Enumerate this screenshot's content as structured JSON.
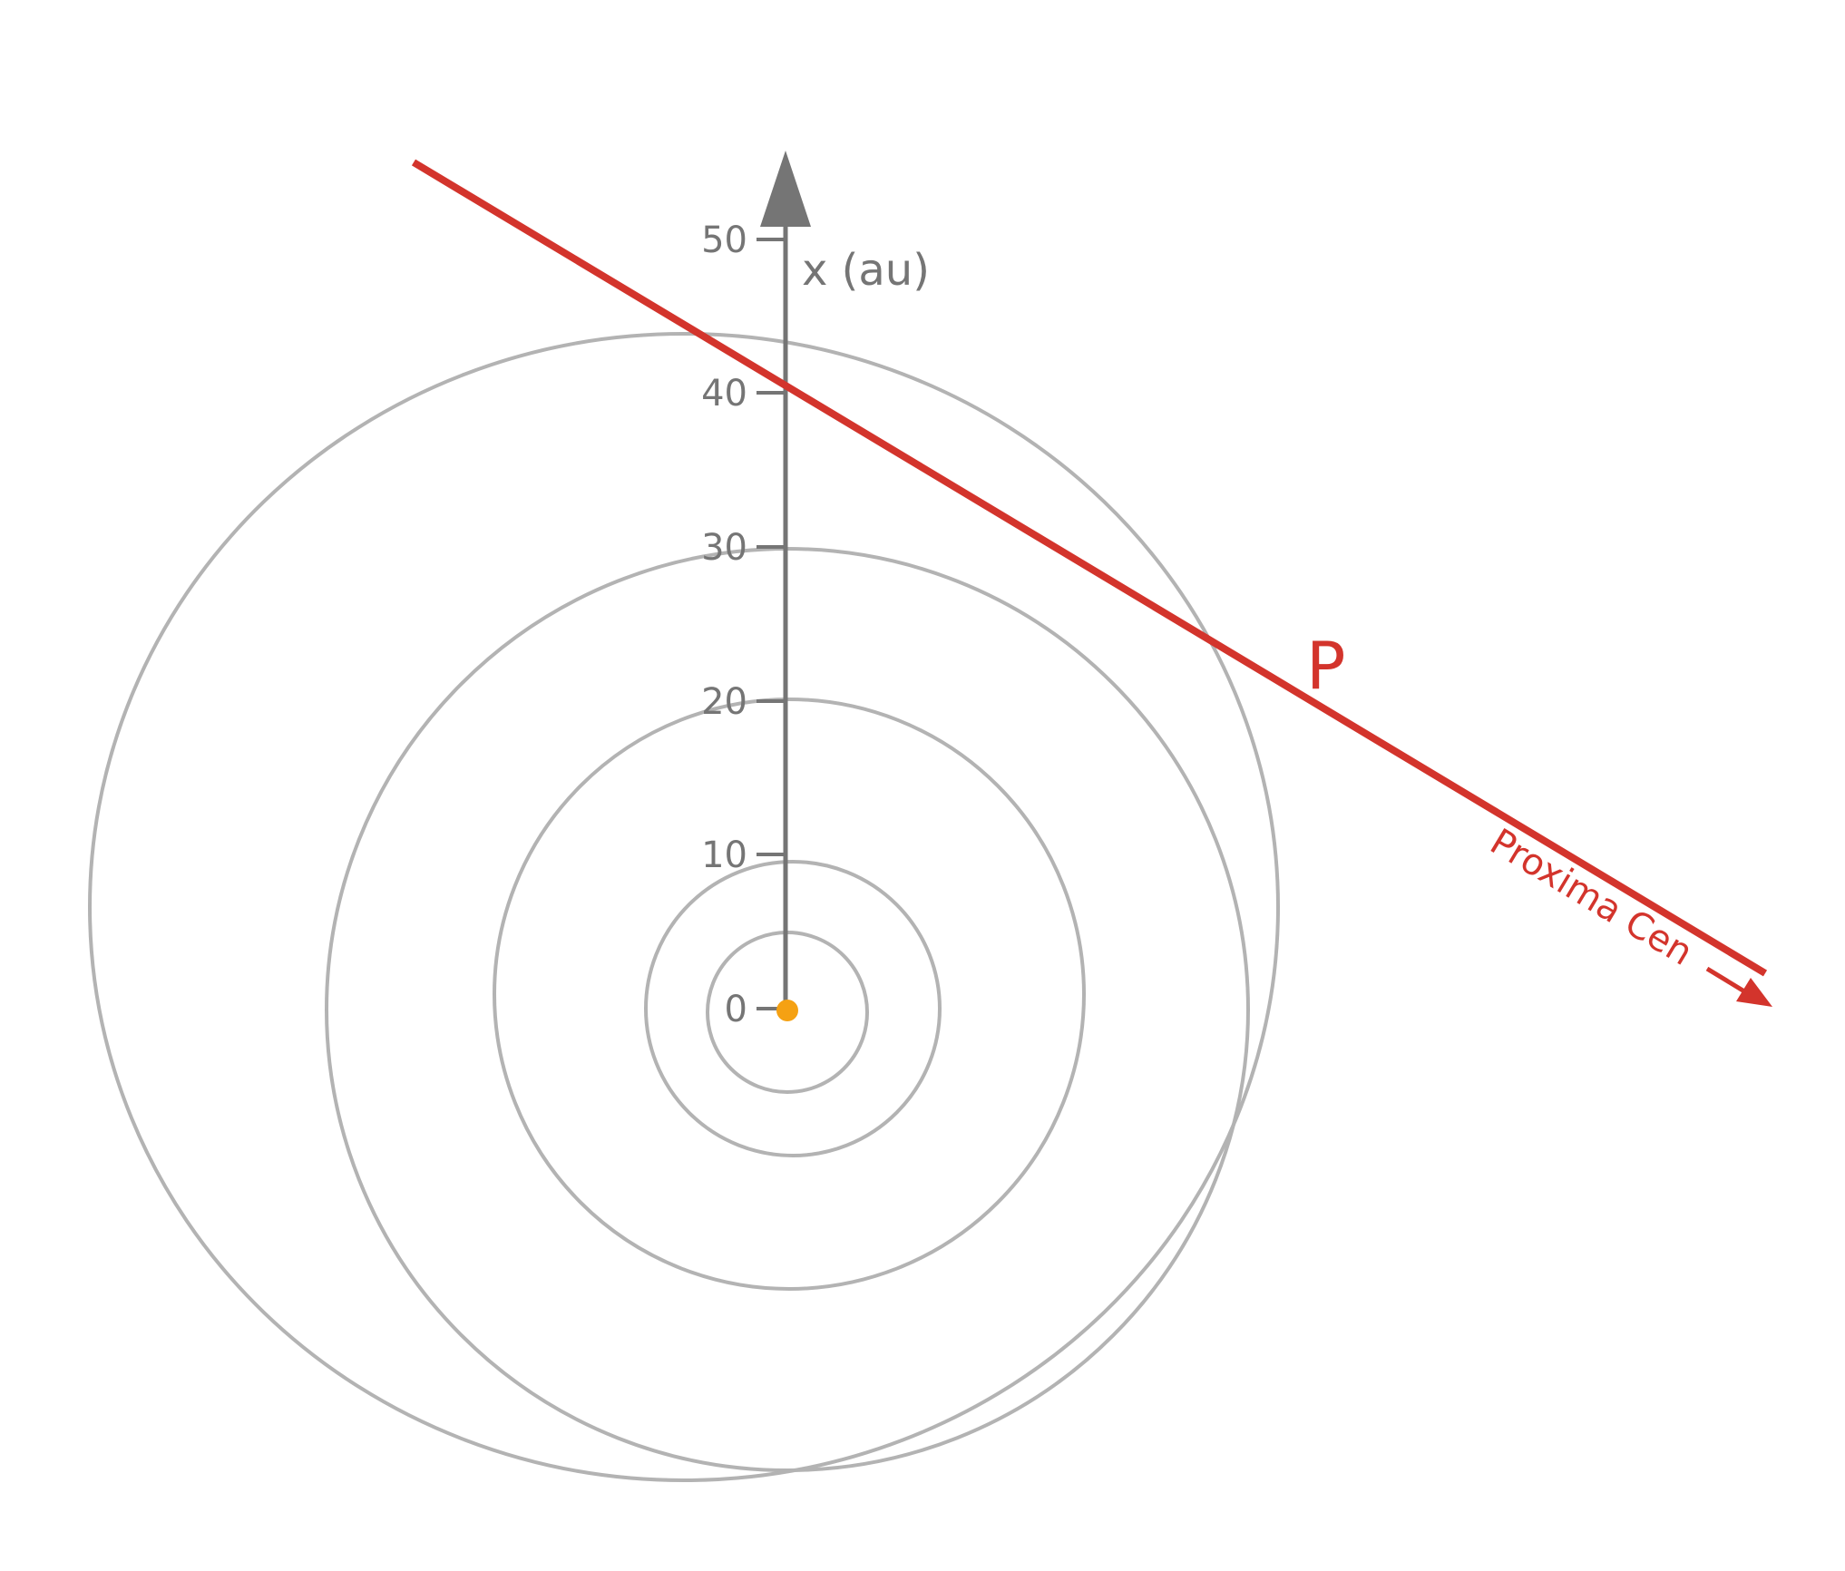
{
  "axis": {
    "label": "x (au)",
    "ticks": [
      "0",
      "10",
      "20",
      "30",
      "40",
      "50"
    ]
  },
  "annotations": {
    "point": "P",
    "direction": "Proxima Cen"
  },
  "colors": {
    "axis": "#757575",
    "orbit": "#b3b3b3",
    "trajectory": "#d3342c",
    "sun": "#f5a113"
  }
}
